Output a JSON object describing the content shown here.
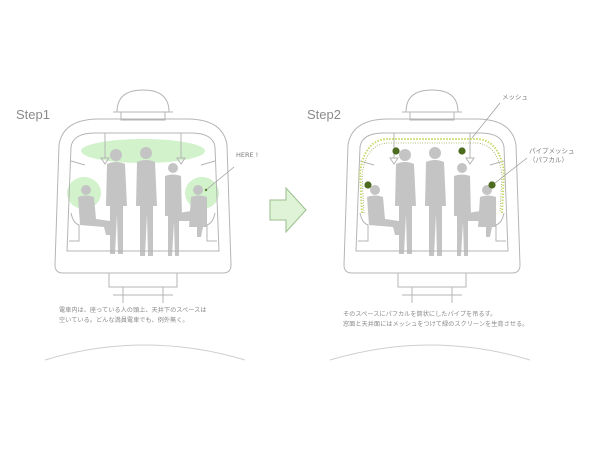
{
  "steps": [
    {
      "label": "Step1",
      "callout": "HERE !",
      "caption": [
        "電車内は、座っている人の頭上、天井下のスペースは",
        "空いている。どんな満員電車でも、例外無く。"
      ]
    },
    {
      "label": "Step2",
      "callout_mesh": "メッシュ",
      "callout_pipe": [
        "パイプメッシュ",
        "（パフカル）"
      ],
      "caption": [
        "そのスペースにパフカルを筒状にしたパイプを吊るす。",
        "窓面と天井面にはメッシュをつけて緑のスクリーンを生育させる。"
      ]
    }
  ],
  "colors": {
    "line": "#b5b5b5",
    "highlight": "#c9f0c2",
    "figure": "#c4c4c4",
    "pipe": "#4d6b1e",
    "mesh": "#c8d96a",
    "arrow_fill": "#dff3d6",
    "arrow_stroke": "#9abf8e"
  }
}
